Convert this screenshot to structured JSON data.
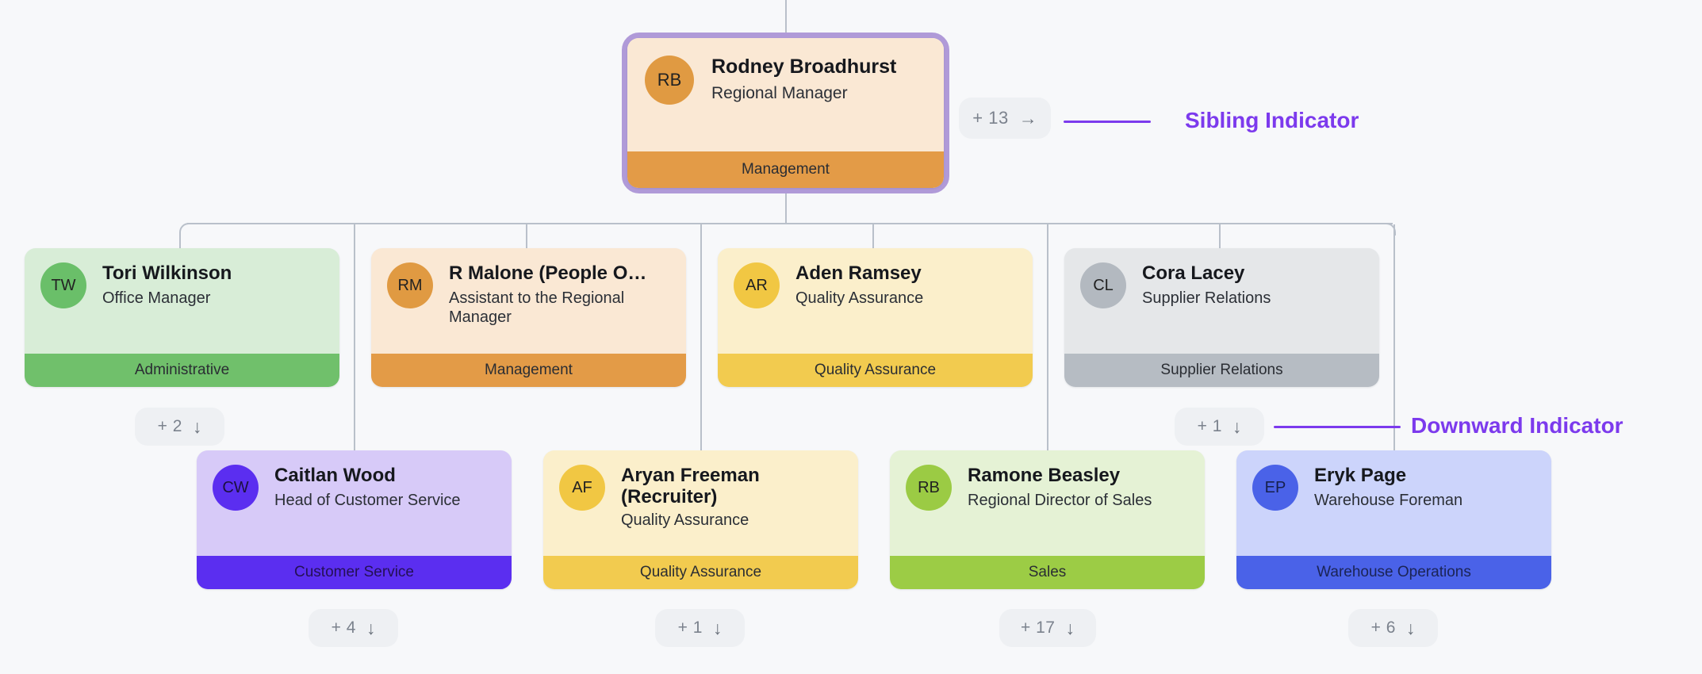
{
  "chart": {
    "type": "org-chart",
    "background": "#f7f8fa",
    "connector_color": "#b9c0ca",
    "accent": "#7c3aed",
    "root_ring_color": "#b09ad8"
  },
  "nodes": {
    "root": {
      "initials": "RB",
      "name": "Rodney Broadhurst",
      "role": "Regional Manager",
      "department": "Management",
      "card_bg": "#fae8d4",
      "footer_bg": "#e39b47",
      "avatar_bg": "#e09a42",
      "selected": true
    },
    "level2": [
      {
        "initials": "TW",
        "name": "Tori Wilkinson",
        "role": "Office Manager",
        "department": "Administrative",
        "card_bg": "#d8edd7",
        "footer_bg": "#70c06b",
        "avatar_bg": "#6abf69"
      },
      {
        "initials": "RM",
        "name": "R Malone (People O…",
        "role": "Assistant to the Regional Manager",
        "department": "Management",
        "card_bg": "#fae8d4",
        "footer_bg": "#e39b47",
        "avatar_bg": "#e09a42"
      },
      {
        "initials": "AR",
        "name": "Aden Ramsey",
        "role": "Quality Assurance",
        "department": "Quality Assurance",
        "card_bg": "#fbefcb",
        "footer_bg": "#f2cb4f",
        "avatar_bg": "#f1c743"
      },
      {
        "initials": "CL",
        "name": "Cora Lacey",
        "role": "Supplier Relations",
        "department": "Supplier Relations",
        "card_bg": "#e5e7e9",
        "footer_bg": "#b6bcc3",
        "avatar_bg": "#b3b9c0"
      }
    ],
    "level3": [
      {
        "initials": "CW",
        "name": "Caitlan Wood",
        "role": "Head of Customer Service",
        "department": "Customer Service",
        "card_bg": "#d7caf8",
        "footer_bg": "#5b2ef0",
        "avatar_bg": "#5b2ef0"
      },
      {
        "initials": "AF",
        "name": "Aryan Freeman (Recruiter)",
        "role": "Quality Assurance",
        "department": "Quality Assurance",
        "card_bg": "#fbefcb",
        "footer_bg": "#f2cb4f",
        "avatar_bg": "#f1c743"
      },
      {
        "initials": "RB",
        "name": "Ramone Beasley",
        "role": "Regional Director of Sales",
        "department": "Sales",
        "card_bg": "#e5f2d5",
        "footer_bg": "#9ccc45",
        "avatar_bg": "#9bcb44"
      },
      {
        "initials": "EP",
        "name": "Eryk Page",
        "role": "Warehouse Foreman",
        "department": "Warehouse Operations",
        "card_bg": "#ccd4fb",
        "footer_bg": "#4a62e8",
        "avatar_bg": "#4a62e8"
      }
    ]
  },
  "badges": {
    "sibling_root": {
      "count": "+ 13",
      "arrow": "→"
    },
    "under_tori": {
      "count": "+ 2",
      "arrow": "↓"
    },
    "under_cora": {
      "count": "+ 1",
      "arrow": "↓"
    },
    "under_caitlan": {
      "count": "+ 4",
      "arrow": "↓"
    },
    "under_aryan": {
      "count": "+ 1",
      "arrow": "↓"
    },
    "under_ramone": {
      "count": "+ 17",
      "arrow": "↓"
    },
    "under_eryk": {
      "count": "+ 6",
      "arrow": "↓"
    }
  },
  "annotations": {
    "sibling": "Sibling Indicator",
    "downward": "Downward Indicator"
  }
}
